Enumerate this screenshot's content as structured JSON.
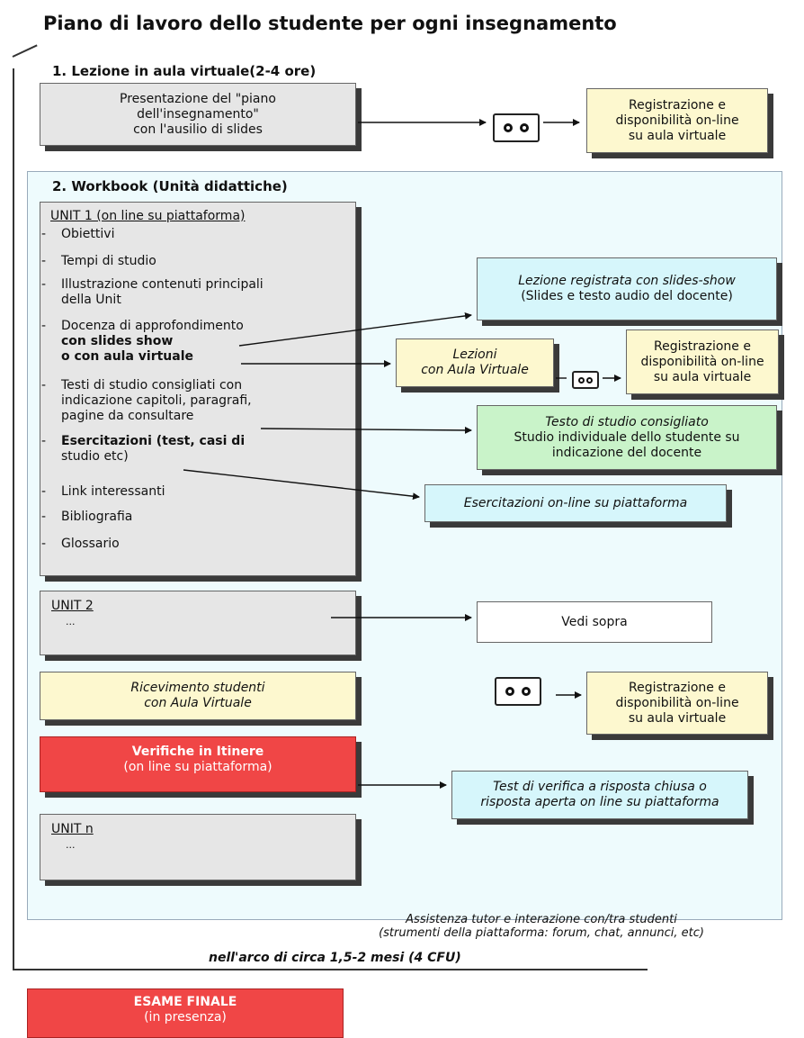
{
  "title": "Piano di lavoro dello studente per ogni insegnamento",
  "section1": {
    "label": "1. Lezione in aula virtuale(2-4 ore)",
    "presentation": [
      "Presentazione del \"piano",
      "dell'insegnamento\"",
      "con l'ausilio di slides"
    ],
    "registration": [
      "Registrazione e",
      "disponibilità on-line",
      "su aula virtuale"
    ]
  },
  "section2": {
    "label": "2. Workbook (Unità didattiche)",
    "unit1": {
      "title": "UNIT 1 (on line su piattaforma)",
      "items": [
        [
          "Obiettivi"
        ],
        [
          "Tempi di studio"
        ],
        [
          "Illustrazione contenuti principali",
          "della Unit"
        ],
        [
          "Docenza di approfondimento",
          "con slides show",
          "o con aula virtuale"
        ],
        [
          "Testi di studio consigliati con",
          "indicazione capitoli, paragrafi,",
          "pagine da consultare"
        ],
        [
          "Esercitazioni (test, casi di",
          "studio etc)"
        ],
        [
          "Link interessanti"
        ],
        [
          "Bibliografia"
        ],
        [
          "Glossario"
        ]
      ]
    },
    "recorded_lesson": [
      "Lezione registrata con slides-show",
      "(Slides e testo audio del docente)"
    ],
    "virtual_lessons": [
      "Lezioni",
      "con Aula Virtuale"
    ],
    "registration2": [
      "Registrazione e",
      "disponibilità on-line",
      "su aula virtuale"
    ],
    "study_text": [
      "Testo di studio consigliato",
      "Studio individuale dello studente su",
      "indicazione del docente"
    ],
    "exercises_online": "Esercitazioni on-line su piattaforma",
    "unit2": {
      "title": "UNIT 2",
      "dots": "..."
    },
    "see_above": "Vedi sopra",
    "reception": [
      "Ricevimento studenti",
      "con Aula Virtuale"
    ],
    "registration3": [
      "Registrazione e",
      "disponibilità on-line",
      "su aula virtuale"
    ],
    "verifiche": [
      "Verifiche in Itinere",
      "(on line su piattaforma)"
    ],
    "test_verifica": [
      "Test di verifica a risposta chiusa o",
      "risposta aperta on line su piattaforma"
    ],
    "unitn": {
      "title": "UNIT n",
      "dots": "..."
    },
    "assistance": [
      "Assistenza tutor e interazione con/tra studenti",
      "(strumenti della piattaforma: forum, chat, annunci, etc)"
    ]
  },
  "timeframe": "nell'arco di circa 1,5-2 mesi (4 CFU)",
  "final_exam": [
    "ESAME FINALE",
    "(in presenza)"
  ]
}
